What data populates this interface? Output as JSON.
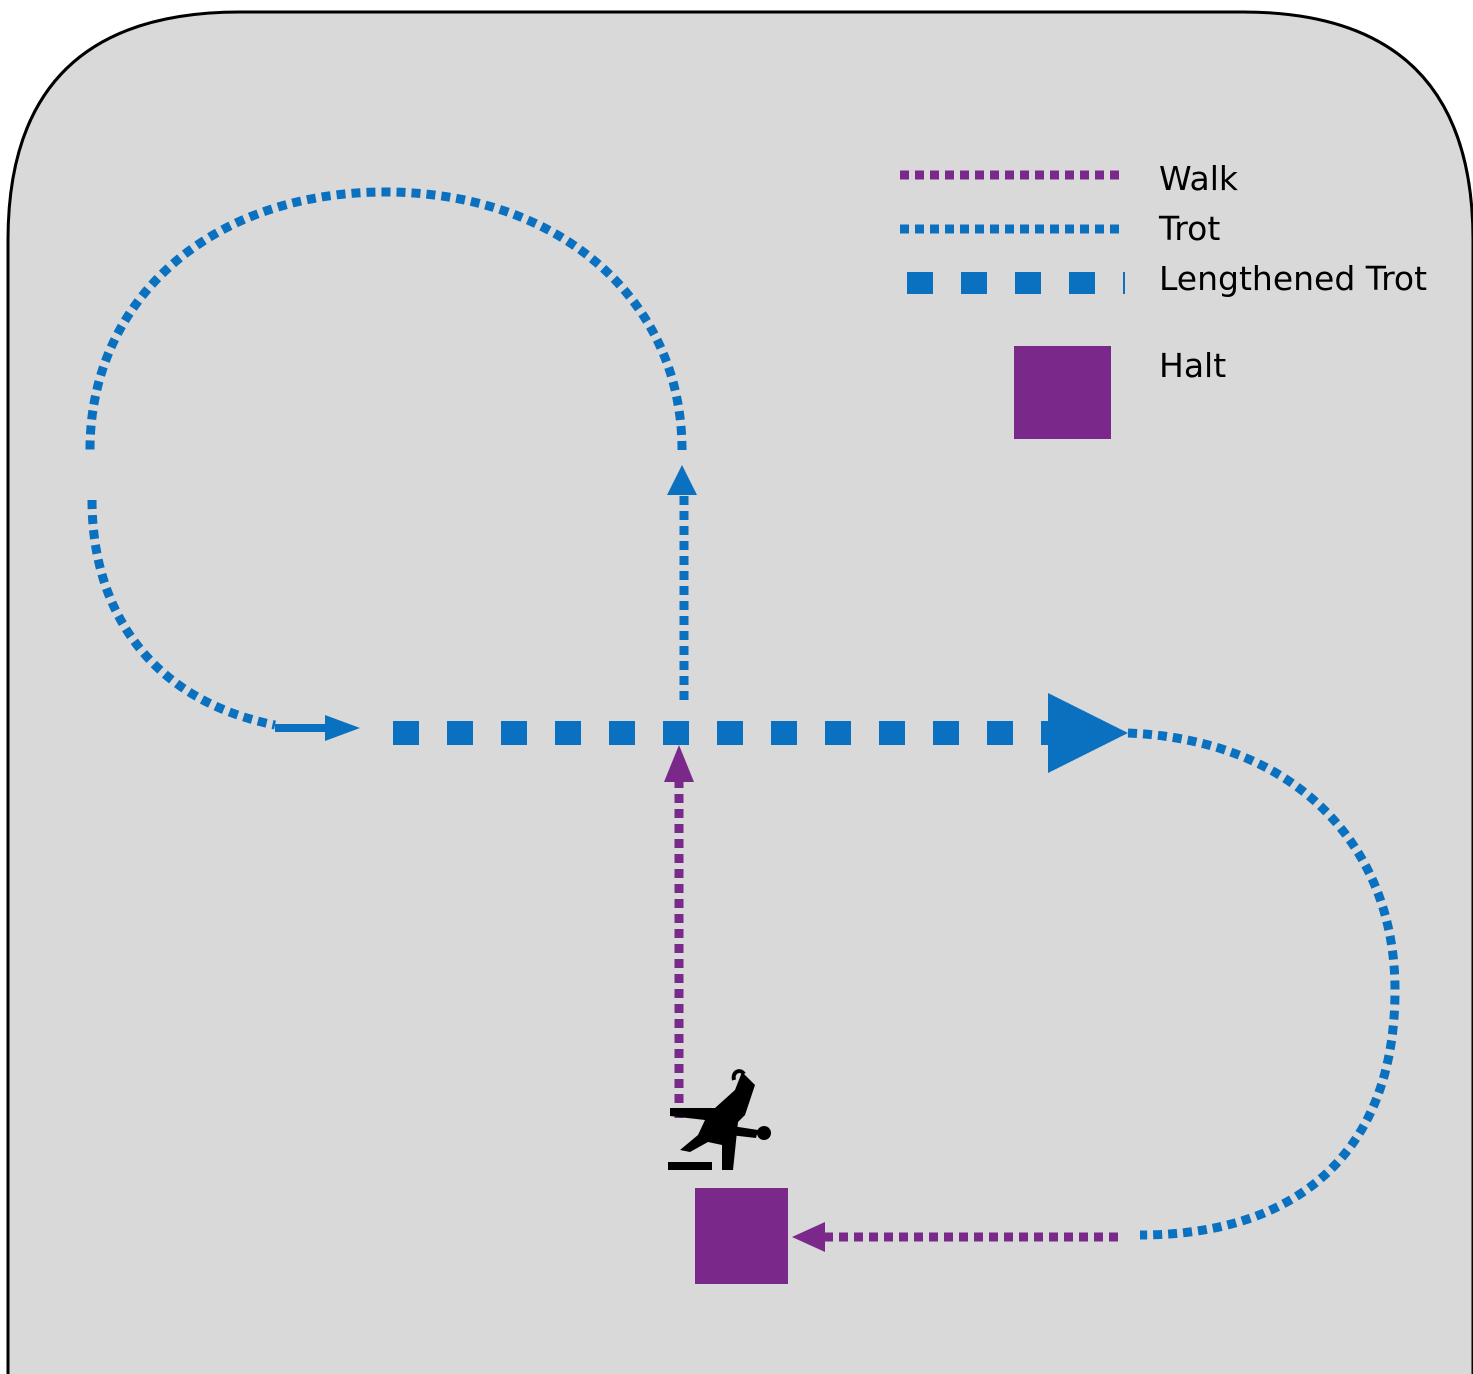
{
  "legend": {
    "walk_label": "Walk",
    "trot_label": "Trot",
    "lengthened_trot_label": "Lengthened Trot",
    "halt_label": "Halt"
  },
  "colors": {
    "arena_fill": "#d9d9d9",
    "arena_border": "#000000",
    "walk": "#7a288a",
    "trot": "#0a70c0",
    "halt": "#7a288a"
  },
  "icons": {
    "rider": "horse-rider-icon"
  }
}
